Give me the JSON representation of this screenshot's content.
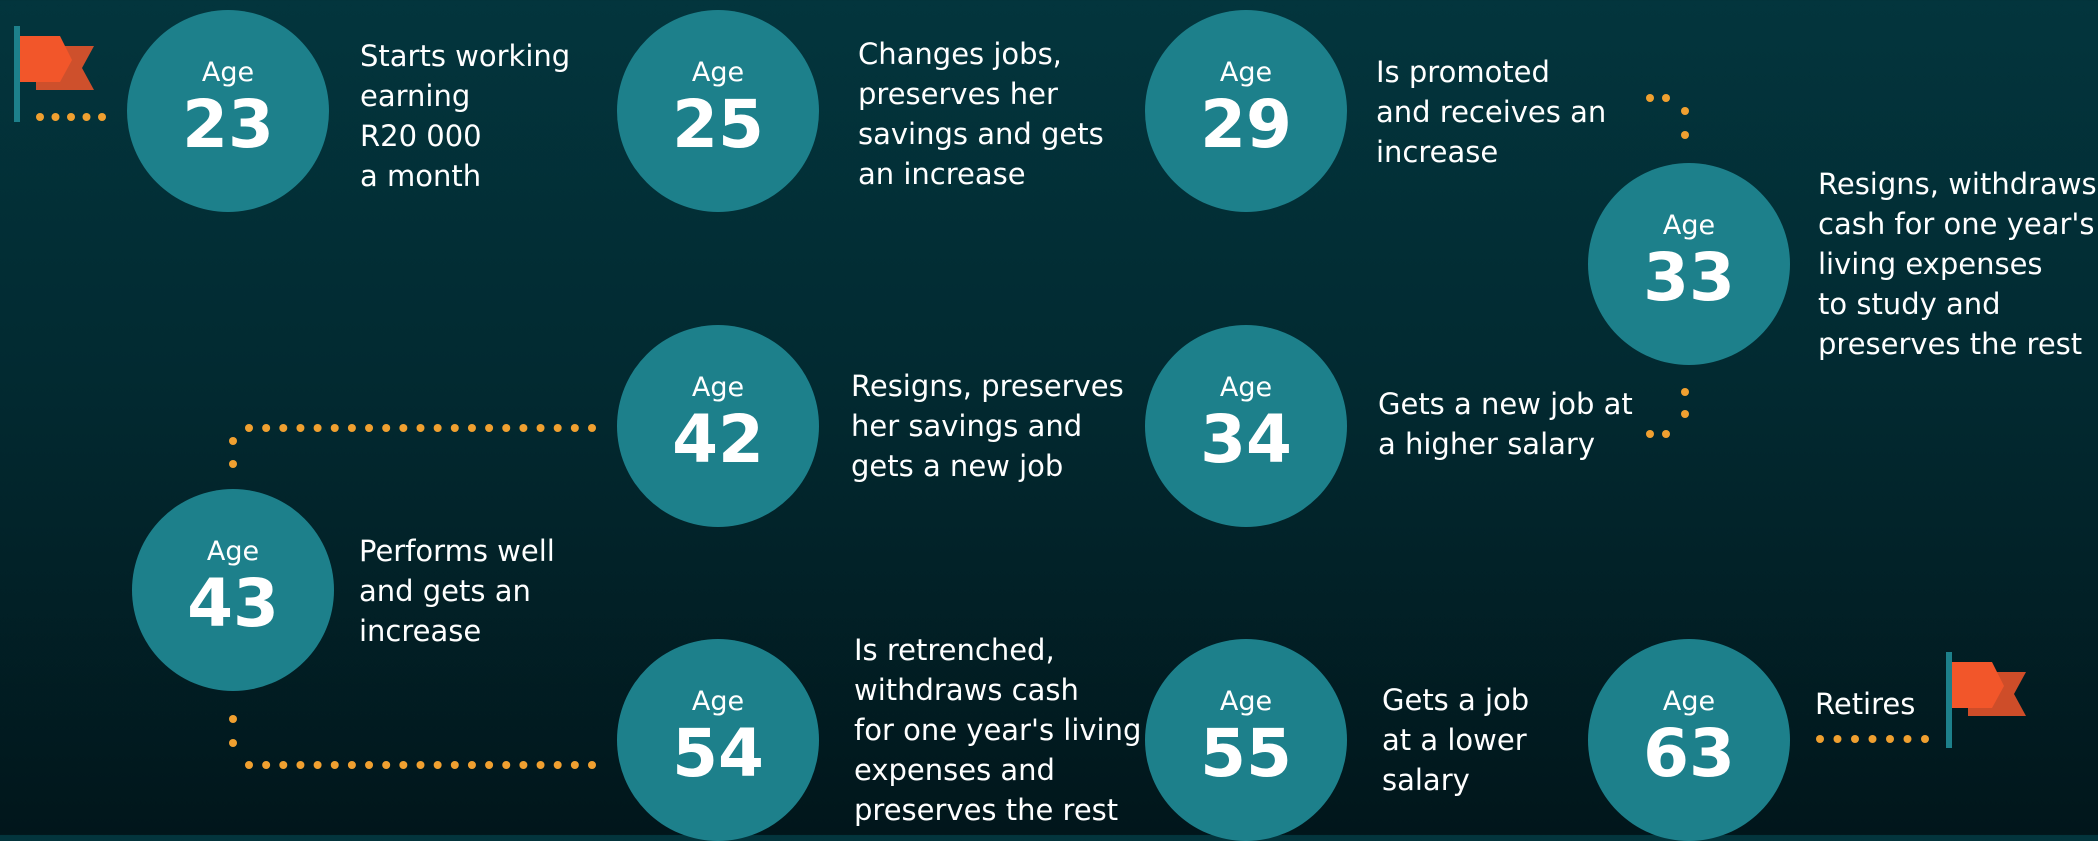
{
  "age_label": "Age",
  "colors": {
    "background_top": "#03353d",
    "background_bottom": "#01161b",
    "circle": "#1d808b",
    "dots": "#f0a030",
    "flag": "#f2562a",
    "flag_pole": "#1d808b",
    "text": "#ffffff"
  },
  "milestones": [
    {
      "age": "23",
      "text": "Starts working\nearning\nR20 000\na month"
    },
    {
      "age": "25",
      "text": "Changes jobs,\npreserves her\nsavings and gets\nan increase"
    },
    {
      "age": "29",
      "text": "Is promoted\nand receives an\nincrease"
    },
    {
      "age": "33",
      "text": "Resigns, withdraws\ncash for one year's\nliving expenses\nto study and\npreserves the rest"
    },
    {
      "age": "34",
      "text": "Gets a new job at\na higher salary"
    },
    {
      "age": "42",
      "text": "Resigns, preserves\nher savings and\ngets a new job"
    },
    {
      "age": "43",
      "text": "Performs well\nand gets an\nincrease"
    },
    {
      "age": "54",
      "text": "Is retrenched,\nwithdraws cash\nfor one year's living\nexpenses and\npreserves the rest"
    },
    {
      "age": "55",
      "text": "Gets a job\nat a lower\nsalary"
    },
    {
      "age": "63",
      "text": "Retires"
    }
  ],
  "icons": {
    "start": "start-flag-icon",
    "end": "finish-flag-icon"
  }
}
